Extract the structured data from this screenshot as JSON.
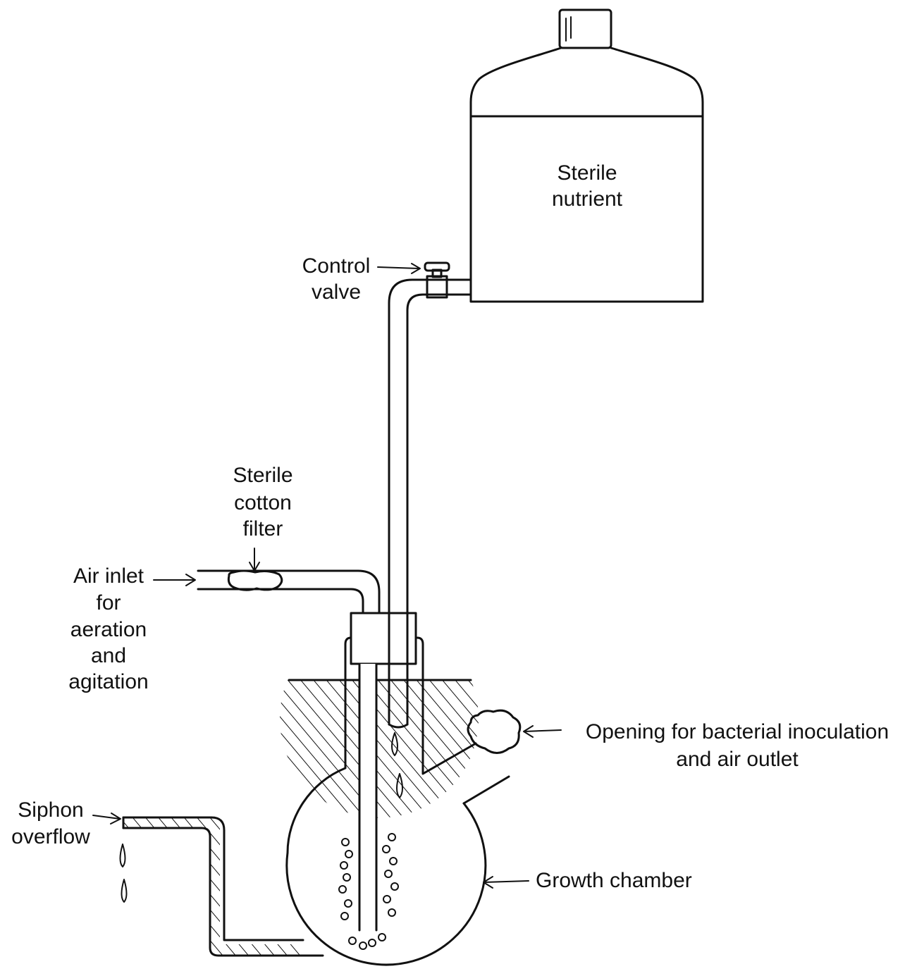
{
  "labels": {
    "sterile_nutrient": [
      "Sterile",
      "nutrient"
    ],
    "control_valve": [
      "Control",
      "valve"
    ],
    "sterile_cotton_filter": [
      "Sterile",
      "cotton",
      "filter"
    ],
    "air_inlet": [
      "Air inlet",
      "for",
      "aeration",
      "and",
      "agitation"
    ],
    "opening": [
      "Opening for bacterial inoculation",
      "and air outlet"
    ],
    "siphon_overflow": [
      "Siphon",
      "overflow"
    ],
    "growth_chamber": [
      "Growth chamber"
    ]
  },
  "colors": {
    "ink": "#111111",
    "paper": "#ffffff"
  }
}
